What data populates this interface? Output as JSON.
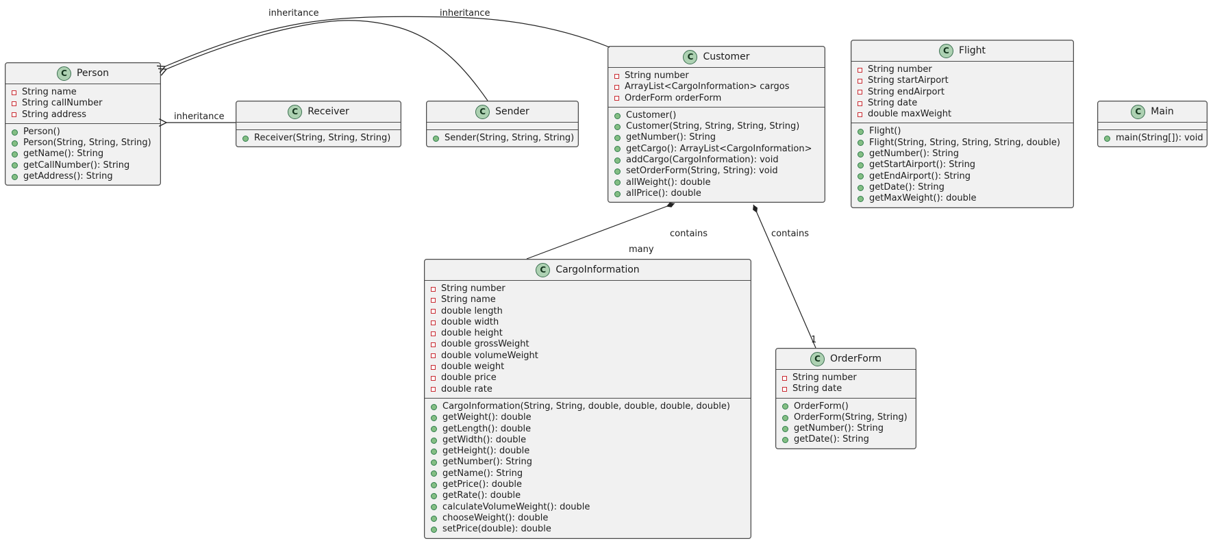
{
  "diagram": {
    "class_icon_letter": "C",
    "classes": [
      {
        "name": "Person",
        "fields": [
          "String name",
          "String callNumber",
          "String address"
        ],
        "methods": [
          "Person()",
          "Person(String, String, String)",
          "getName(): String",
          "getCallNumber(): String",
          "getAddress(): String"
        ]
      },
      {
        "name": "Receiver",
        "fields": [],
        "methods": [
          "Receiver(String, String, String)"
        ]
      },
      {
        "name": "Sender",
        "fields": [],
        "methods": [
          "Sender(String, String, String)"
        ]
      },
      {
        "name": "Customer",
        "fields": [
          "String number",
          "ArrayList<CargoInformation> cargos",
          "OrderForm orderForm"
        ],
        "methods": [
          "Customer()",
          "Customer(String, String, String, String)",
          "getNumber(): String",
          "getCargo(): ArrayList<CargoInformation>",
          "addCargo(CargoInformation): void",
          "setOrderForm(String, String): void",
          "allWeight(): double",
          "allPrice(): double"
        ]
      },
      {
        "name": "Flight",
        "fields": [
          "String number",
          "String startAirport",
          "String endAirport",
          "String date",
          "double maxWeight"
        ],
        "methods": [
          "Flight()",
          "Flight(String, String, String, String, double)",
          "getNumber(): String",
          "getStartAirport(): String",
          "getEndAirport(): String",
          "getDate(): String",
          "getMaxWeight(): double"
        ]
      },
      {
        "name": "Main",
        "fields": [],
        "methods": [
          "main(String[]): void"
        ]
      },
      {
        "name": "CargoInformation",
        "fields": [
          "String number",
          "String name",
          "double length",
          "double width",
          "double height",
          "double grossWeight",
          "double volumeWeight",
          "double weight",
          "double price",
          "double rate"
        ],
        "methods": [
          "CargoInformation(String, String, double, double, double, double)",
          "getWeight(): double",
          "getLength(): double",
          "getWidth(): double",
          "getHeight(): double",
          "getNumber(): String",
          "getName(): String",
          "getPrice(): double",
          "getRate(): double",
          "calculateVolumeWeight(): double",
          "chooseWeight(): double",
          "setPrice(double): double"
        ]
      },
      {
        "name": "OrderForm",
        "fields": [
          "String number",
          "String date"
        ],
        "methods": [
          "OrderForm()",
          "OrderForm(String, String)",
          "getNumber(): String",
          "getDate(): String"
        ]
      }
    ],
    "edges": {
      "receiver_person_label": "inheritance",
      "sender_person_label": "inheritance",
      "customer_person_label": "inheritance",
      "cargo_customer_label": "contains",
      "cargo_customer_multiplicity": "many",
      "orderform_customer_label": "contains",
      "orderform_customer_multiplicity": "1"
    },
    "colors": {
      "class_fill": "#F1F1F1",
      "class_border": "#4A4A4A",
      "circle_fill": "#ADD1B2",
      "circle_border": "#3A6E4F",
      "field_icon": "#C82930",
      "method_icon_fill": "#84BE84",
      "method_icon_border": "#2F7D4B",
      "line_color": "#232323"
    }
  }
}
